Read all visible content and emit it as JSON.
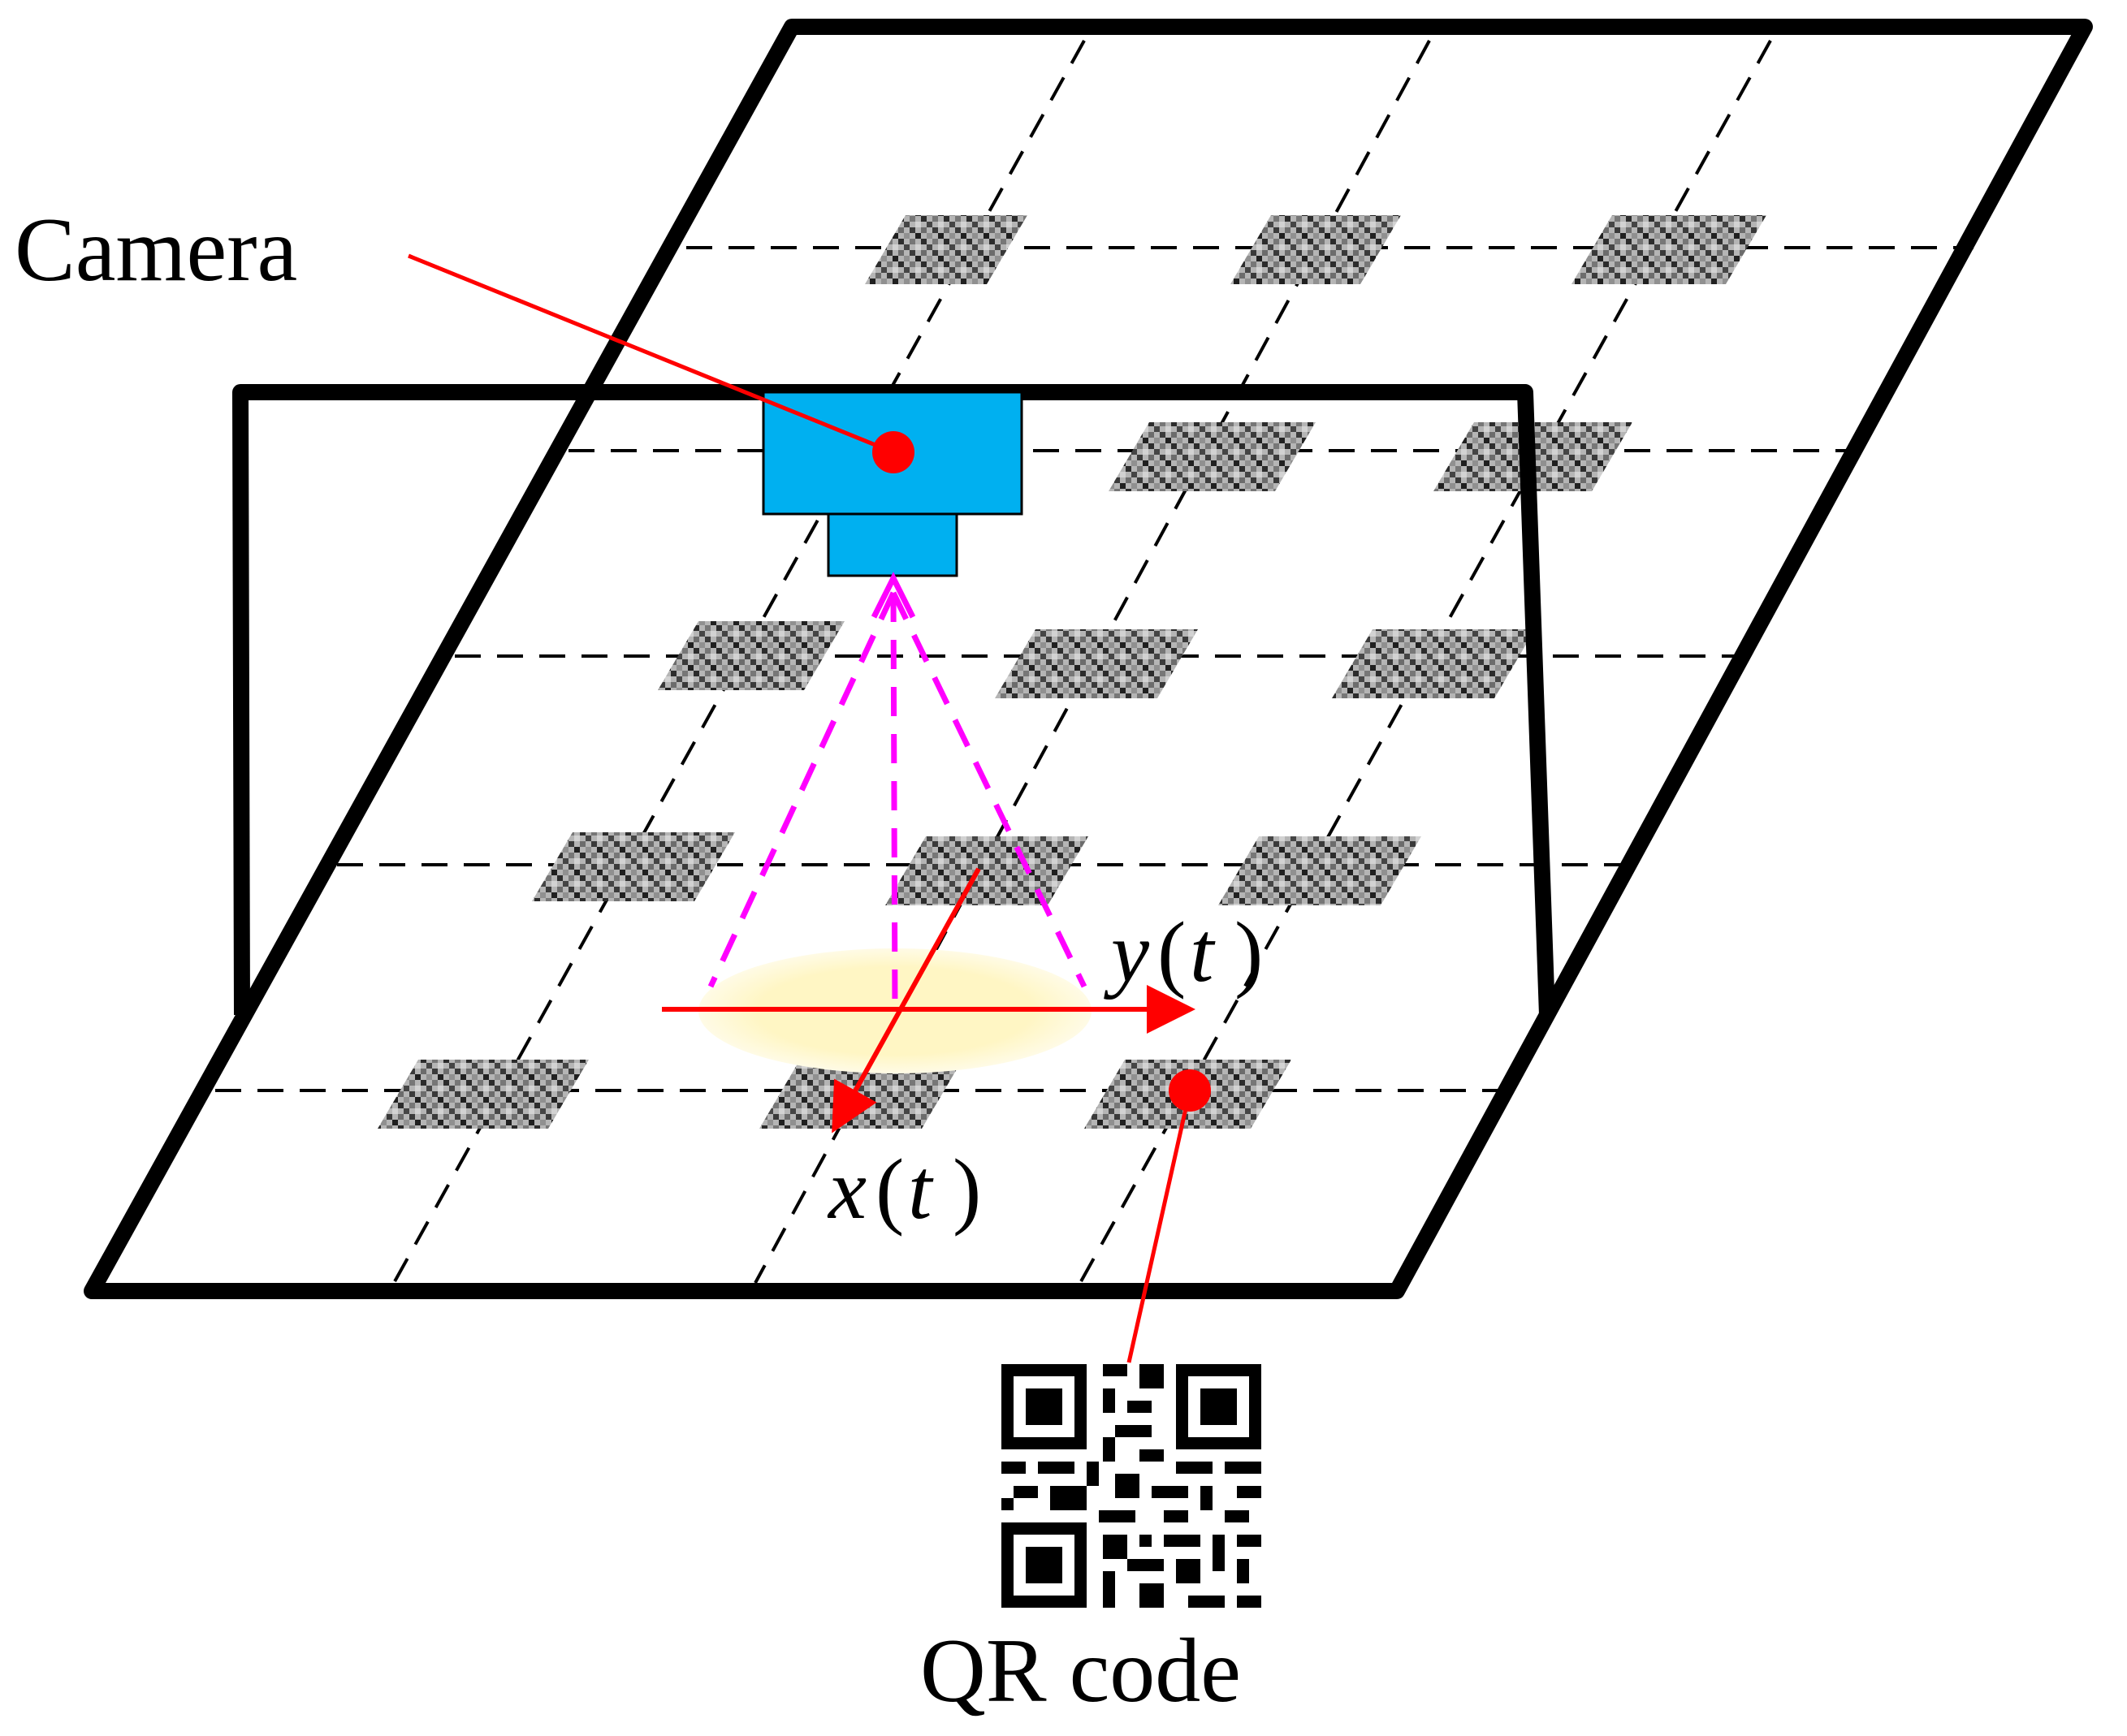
{
  "labels": {
    "camera": "Camera",
    "qr_code": "QR code",
    "x_var": "x",
    "y_var": "y",
    "t_var": "t",
    "open_paren": "(",
    "close_paren": ")"
  },
  "colors": {
    "frame": "#000000",
    "camera_body": "#00b0f0",
    "pointer": "#ff0000",
    "view_cone": "#ff00ff",
    "light_spot": "#fff4b8",
    "tag": "#8a8a8a"
  },
  "icons": {
    "camera": "camera-icon",
    "qr": "qr-code-icon"
  }
}
